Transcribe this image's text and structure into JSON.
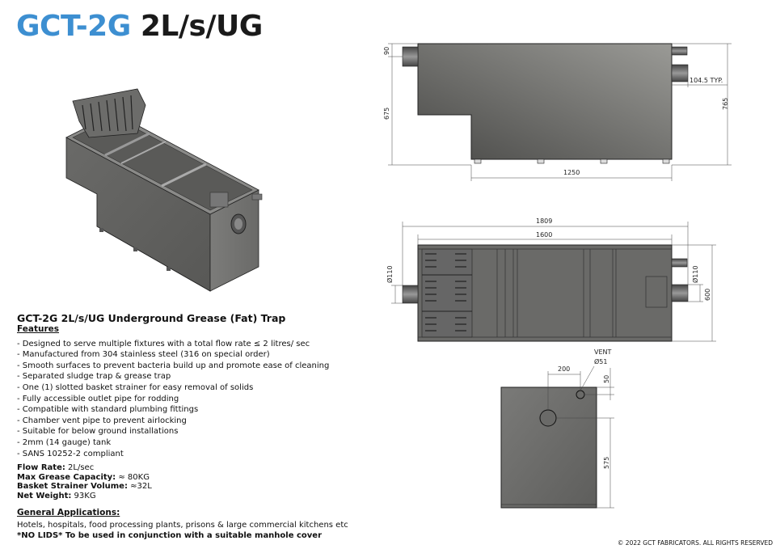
{
  "title": {
    "code": "GCT-2G",
    "model": "2L/s/UG"
  },
  "product_heading": "GCT-2G 2L/s/UG Underground Grease (Fat) Trap",
  "features_heading": "Features",
  "features": [
    "- Designed to serve multiple fixtures with a total flow rate ≤ 2 litres/ sec",
    "- Manufactured from 304 stainless steel (316 on special order)",
    "- Smooth surfaces to prevent bacteria build up and promote ease of cleaning",
    "- Separated sludge trap & grease trap",
    "- One (1) slotted basket strainer for easy removal of solids",
    "- Fully accessible outlet pipe for rodding",
    "- Compatible with standard plumbing fittings",
    "- Chamber vent pipe to prevent airlocking",
    "- Suitable for below ground installations",
    "- 2mm (14 gauge) tank",
    "- SANS 10252-2 compliant"
  ],
  "specs": [
    {
      "label": "Flow Rate:",
      "value": "2L/sec"
    },
    {
      "label": "Max Grease Capacity:",
      "value": "≈ 80KG"
    },
    {
      "label": "Basket Strainer Volume:",
      "value": "≈32L"
    },
    {
      "label": "Net Weight:",
      "value": "93KG"
    }
  ],
  "applications_heading": "General Applications:",
  "applications": "Hotels, hospitals, food processing plants, prisons & large commercial kitchens etc",
  "notice": "*NO LIDS* To be used in conjunction with a suitable manhole cover",
  "dimensions": {
    "side": {
      "top_offset": "90",
      "inlet_height": "675",
      "overall_height": "765",
      "pipe_length": "104.5 TYP.",
      "base_length": "1250"
    },
    "plan": {
      "overall_length": "1809",
      "tank_length": "1600",
      "inlet_dia": "Ø110",
      "outlet_dia": "Ø110",
      "width": "600"
    },
    "end": {
      "vent_label": "VENT",
      "vent_dia": "Ø51",
      "vent_offset_x": "200",
      "vent_offset_y": "50",
      "pipe_height": "575"
    }
  },
  "copyright": "© 2022 GCT FABRICATORS. ALL RIGHTS RESERVED",
  "colors": {
    "brand_blue": "#3d8fd1",
    "steel": "#6e6e6c"
  }
}
